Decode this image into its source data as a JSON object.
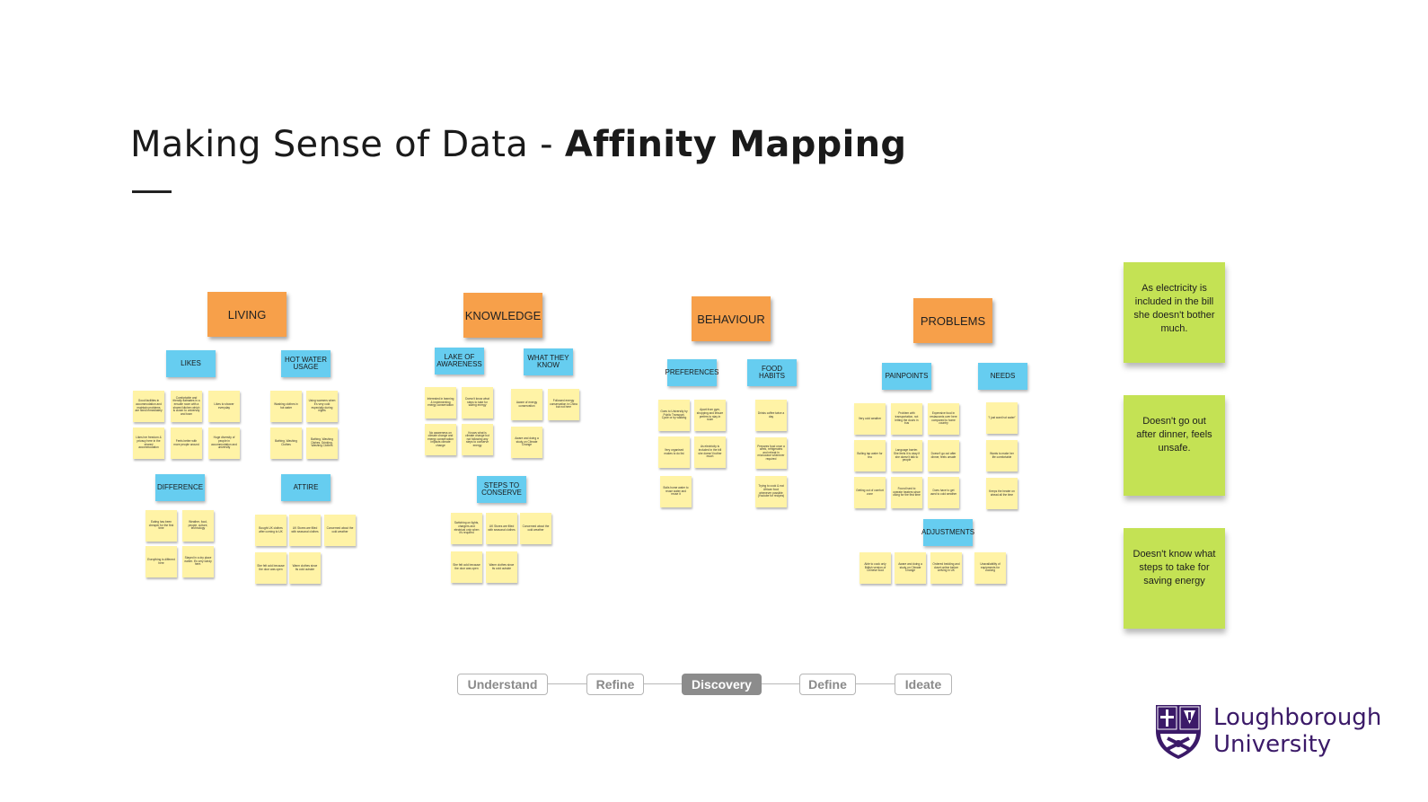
{
  "slide": {
    "title_light": "Making Sense of Data - ",
    "title_bold": "Affinity Mapping"
  },
  "categories": [
    {
      "label": "LIVING"
    },
    {
      "label": "KNOWLEDGE"
    },
    {
      "label": "BEHAVIOUR"
    },
    {
      "label": "PROBLEMS"
    }
  ],
  "subgroups": {
    "likes": "LIKES",
    "hot_water_usage": "HOT WATER USAGE",
    "difference": "DIFFERENCE",
    "attire": "ATTIRE",
    "lake_of_awareness": "LAKE OF AWARENESS",
    "what_they_know": "WHAT THEY KNOW",
    "steps_to_conserve": "STEPS TO CONSERVE",
    "preferences": "PREFERENCES",
    "food_habits": "FOOD HABITS",
    "painpoints": "PAINPOINTS",
    "needs": "NEEDS",
    "adjustments": "ADJUSTMENTS"
  },
  "notes": {
    "likes": [
      "Good facilities in accommodation and maintain problems are fixed immediately",
      "Comfortable and friendly flatmates in a ensuite room with a shared kitchen which is closer to university and town",
      "Likes to shower everyday",
      "Likes her freedom & privacy here in the shared accommodation",
      "Feels better with more people around",
      "Huge diversity of people in accommodation and university"
    ],
    "hot_water": [
      "Washing clothes in hot water",
      "Using warmers when it's very cold especially during nights",
      "Bathing, Washing Clothes",
      "Bathing, Washing Dishes, Drinking, Washing Clothes"
    ],
    "difference": [
      "Eating has been cheaper for the first time",
      "Weather, food, people, culture, technology",
      "Everything is different here",
      "Stayed in a dry place earlier. It's very windy here."
    ],
    "attire": [
      "Bought UK clothes after coming to UK",
      "UK Stores are filled with seasonal clothes",
      "Concerned about the cold weather",
      "She felt cold because the door was open",
      "Warm clothes since its cold outside"
    ],
    "lake": [
      "Interested in learning & implementing energy conservation",
      "Doesn't know what steps to take for saving energy",
      "No awareness on climate change and energy conservation impacts climate change",
      "Knows what is climate change but not following any steps to conserve energy"
    ],
    "know": [
      "Aware of energy conservation",
      "Followed energy conservation in China but not here",
      "Aware and doing a study on Climate Change"
    ],
    "steps": [
      "Switching on lights, chargers and electrical only when it's required",
      "UK Stores are filled with seasonal clothes",
      "Concerned about the cold weather",
      "She felt cold because the door was open",
      "Warm clothes since its cold outside"
    ],
    "pref": [
      "Goes to University by Public Transport, Cycle or by walking",
      "Apart from gym, shopping and leisure prefers to stay in room",
      "Very organised makes to do list",
      "As electricity is included in the bill she doesn't bother much",
      "Boils home water to reuse water and reuse it"
    ],
    "food": [
      "Drinks coffee twice a day",
      "Prepares food once a week, refrigerates and reheat in microwave whenever required",
      "Trying to cook & eat African food whenever possible (Youtube for recipes)"
    ],
    "pain": [
      "Very cold weather",
      "Problem with transportation, not letting the doors in bus",
      "Expensive food in restaurants over here compared to home country",
      "Boiling tap water for tea",
      "Language barrier. She feels it is okay if she doesn't talk to people",
      "Doesn't go out after dinner, feels unsafe",
      "Getting out of comfort zone",
      "Found hard to operate heaters since using for the first time",
      "Does have to get used to cold weather"
    ],
    "needs": [
      "\"I just want hot water\"",
      "Wants to make her life comfortable",
      "Keeps the heater on ahead all the time"
    ],
    "adjust": [
      "Able to cook only British version of Chinese food",
      "Aware and doing a study on Climate Change",
      "Ordered bedding and duvet online before arriving in UK",
      "Unavailability of equipments for cooking"
    ]
  },
  "insights": [
    "As electricity is included in the bill she doesn't bother much.",
    "Doesn't go out after dinner, feels unsafe.",
    "Doesn't know what steps to take for saving energy"
  ],
  "process_stages": [
    {
      "label": "Understand",
      "active": false
    },
    {
      "label": "Refine",
      "active": false
    },
    {
      "label": "Discovery",
      "active": true
    },
    {
      "label": "Define",
      "active": false
    },
    {
      "label": "Ideate",
      "active": false
    }
  ],
  "logo": {
    "line1": "Loughborough",
    "line2": "University",
    "brand_color": "#3b1a68"
  },
  "colors": {
    "category": "#f7a04a",
    "subgroup": "#66cdf0",
    "note": "#fff3a6",
    "insight": "#c4e254"
  }
}
